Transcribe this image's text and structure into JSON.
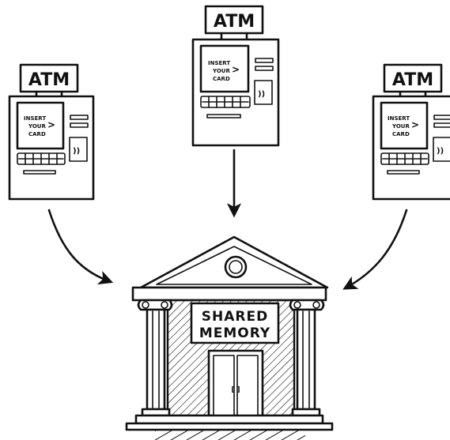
{
  "atms": [
    {
      "sign": "ATM",
      "screen_lines": [
        "INSERT",
        "YOUR",
        "CARD"
      ],
      "arrow_glyph": ">",
      "contactless_glyph": "))"
    },
    {
      "sign": "ATM",
      "screen_lines": [
        "INSERT",
        "YOUR",
        "CARD"
      ],
      "arrow_glyph": ">",
      "contactless_glyph": "))"
    },
    {
      "sign": "ATM",
      "screen_lines": [
        "INSERT",
        "YOUR",
        "CARD"
      ],
      "arrow_glyph": ">",
      "contactless_glyph": "))"
    }
  ],
  "bank": {
    "sign_lines": [
      "SHARED",
      "MEMORY"
    ],
    "door_handles": "[ ]"
  }
}
